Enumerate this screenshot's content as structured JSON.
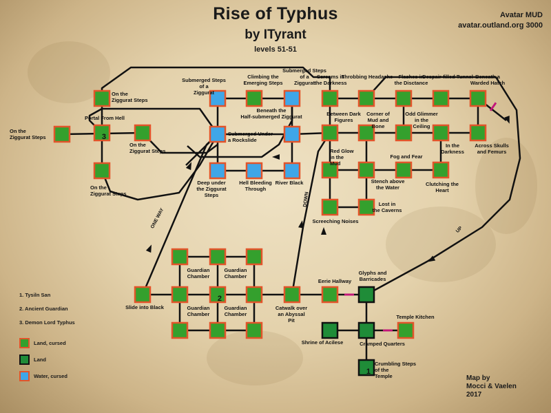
{
  "map": {
    "title": "Rise of Typhus",
    "author": "by ITyrant",
    "levels": "levels 51-51",
    "site_name": "Avatar MUD",
    "site_url": "avatar.outland.org 3000",
    "credit_line1": "Map by",
    "credit_line2": "Mocci & Vaelen",
    "credit_line3": "2017"
  },
  "legend": {
    "npcs": [
      "1. Tysiln San",
      "2. Ancient Guardian",
      "3. Demon Lord Typhus"
    ],
    "keys": [
      {
        "style": "cursed",
        "label": "Land, cursed"
      },
      {
        "style": "land",
        "label": "Land"
      },
      {
        "style": "water",
        "label": "Water, cursed"
      }
    ]
  },
  "colors": {
    "land_cursed_fill": "#34a02d",
    "land_fill": "#1f8c38",
    "water_fill": "#3fa6e8",
    "cursed_border": "#e2542a",
    "land_border": "#111111",
    "path_line": "#111111",
    "door_marker": "#c2187a"
  },
  "rooms": [
    {
      "id": "zig_top",
      "name": "On the Ziggurat Steps",
      "type": "cursed"
    },
    {
      "id": "zig_west",
      "name": "On the Ziggurat Steps",
      "type": "cursed"
    },
    {
      "id": "portal",
      "name": "Portal From Hell",
      "type": "cursed",
      "npc": "3"
    },
    {
      "id": "zig_east",
      "name": "On the Ziggurat Steps",
      "type": "cursed"
    },
    {
      "id": "zig_bottom",
      "name": "On the Ziggurat Steps",
      "type": "cursed"
    },
    {
      "id": "submerged_steps",
      "name": "Submerged Steps of a Ziggurat",
      "type": "water"
    },
    {
      "id": "climbing",
      "name": "Climbing the Emerging Steps",
      "type": "cursed"
    },
    {
      "id": "submerged_steps2",
      "name": "Submerged Steps of a Ziggurat",
      "type": "water"
    },
    {
      "id": "submerged_under",
      "name": "Submerged Under a Rockslide",
      "type": "water"
    },
    {
      "id": "beneath_half",
      "name": "Beneath the Half-submerged Ziggurat",
      "type": "water"
    },
    {
      "id": "deep_under",
      "name": "Deep under the Ziggurat Steps",
      "type": "water"
    },
    {
      "id": "hell_bleeding",
      "name": "Hell Bleeding Through",
      "type": "water"
    },
    {
      "id": "river_black",
      "name": "River Black",
      "type": "water"
    },
    {
      "id": "screams",
      "name": "Screams in the Darkness",
      "type": "cursed"
    },
    {
      "id": "throbbing",
      "name": "Throbbing Headache",
      "type": "cursed"
    },
    {
      "id": "flashes",
      "name": "Flashes in the Disctance",
      "type": "cursed"
    },
    {
      "id": "despair",
      "name": "Despair-filled Tunnel",
      "type": "cursed"
    },
    {
      "id": "warded_hatch",
      "name": "Beneath a Warded Hatch",
      "type": "cursed"
    },
    {
      "id": "between_dark",
      "name": "Between Dark Figures",
      "type": "cursed"
    },
    {
      "id": "corner_mud",
      "name": "Corner of Mud and Bone",
      "type": "cursed"
    },
    {
      "id": "odd_glimmer",
      "name": "Odd Glimmer in the Ceiling",
      "type": "cursed"
    },
    {
      "id": "in_darkness",
      "name": "In the Darkness",
      "type": "cursed"
    },
    {
      "id": "across_skulls",
      "name": "Across Skulls and Femurs",
      "type": "cursed"
    },
    {
      "id": "red_glow",
      "name": "Red Glow in the Mud",
      "type": "cursed"
    },
    {
      "id": "stench",
      "name": "Stench above the Water",
      "type": "cursed"
    },
    {
      "id": "fog_fear",
      "name": "Fog and Fear",
      "type": "cursed"
    },
    {
      "id": "clutching",
      "name": "Clutching the Heart",
      "type": "cursed"
    },
    {
      "id": "screeching",
      "name": "Screeching Noises",
      "type": "cursed"
    },
    {
      "id": "lost_caverns",
      "name": "Lost in the Caverns",
      "type": "cursed"
    },
    {
      "id": "gc_r1c1",
      "name": "",
      "type": "cursed"
    },
    {
      "id": "gc_r1c2",
      "name": "",
      "type": "cursed"
    },
    {
      "id": "gc_r1c3",
      "name": "",
      "type": "cursed"
    },
    {
      "id": "slide_black",
      "name": "Slide into Black",
      "type": "cursed"
    },
    {
      "id": "gc_r2c1",
      "name": "",
      "type": "cursed"
    },
    {
      "id": "gc_center",
      "name": "",
      "type": "cursed",
      "npc": "2"
    },
    {
      "id": "gc_r2c3",
      "name": "",
      "type": "cursed"
    },
    {
      "id": "catwalk",
      "name": "Catwalk over an Abyssal Pit",
      "type": "cursed"
    },
    {
      "id": "gc_r3c1",
      "name": "",
      "type": "cursed"
    },
    {
      "id": "gc_r3c2",
      "name": "",
      "type": "cursed"
    },
    {
      "id": "gc_r3c3",
      "name": "",
      "type": "cursed"
    },
    {
      "id": "eerie",
      "name": "Eerie Hallway",
      "type": "cursed"
    },
    {
      "id": "glyphs",
      "name": "Glyphs and Barricades",
      "type": "land"
    },
    {
      "id": "shrine",
      "name": "Shrine of Acilese",
      "type": "land"
    },
    {
      "id": "cramped",
      "name": "Cramped Quarters",
      "type": "land"
    },
    {
      "id": "kitchen",
      "name": "Temple Kitchen",
      "type": "cursed"
    },
    {
      "id": "crumbling",
      "name": "Crumbling Steps of the Temple",
      "type": "land",
      "npc": "1"
    }
  ],
  "area_labels": [
    "Guardian Chamber",
    "Guardian Chamber",
    "Guardian Chamber",
    "Guardian Chamber"
  ],
  "path_labels": [
    "ONE WAY",
    "DOWN",
    "UP"
  ]
}
